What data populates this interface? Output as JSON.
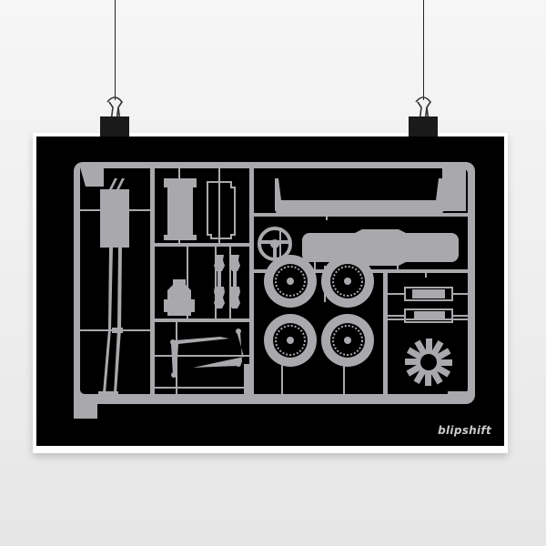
{
  "scene": {
    "description": "Poster hanging from two binder clips on wires",
    "background_color": "#efefef"
  },
  "poster": {
    "background_color": "#000000",
    "border_color": "#ffffff",
    "part_color": "#a9a9ad",
    "brand": "blipshift",
    "artwork": "Model car kit sprue illustration",
    "parts": [
      {
        "name": "exhaust-muffler"
      },
      {
        "name": "engine-block"
      },
      {
        "name": "head-gasket"
      },
      {
        "name": "rear-wing"
      },
      {
        "name": "steering-wheel"
      },
      {
        "name": "dashboard-gauges"
      },
      {
        "name": "differential"
      },
      {
        "name": "drive-shafts"
      },
      {
        "name": "control-arms"
      },
      {
        "name": "wheel-front-left"
      },
      {
        "name": "wheel-front-right"
      },
      {
        "name": "wheel-rear-left"
      },
      {
        "name": "wheel-rear-right"
      },
      {
        "name": "tail-light-1"
      },
      {
        "name": "tail-light-2"
      },
      {
        "name": "cooling-fan"
      }
    ]
  },
  "clips": [
    {
      "name": "left-binder-clip"
    },
    {
      "name": "right-binder-clip"
    }
  ]
}
